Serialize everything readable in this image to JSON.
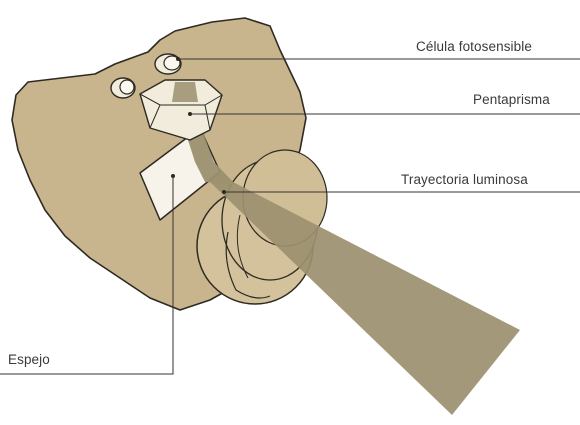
{
  "labels": {
    "celula": "Célula fotosensible",
    "pentaprisma": "Pentaprisma",
    "trayectoria": "Trayectoria luminosa",
    "espejo": "Espejo"
  },
  "colors": {
    "body_fill": "#c8b58d",
    "body_stroke": "#2e2a22",
    "light_path": "#9b906f",
    "prism_fill": "#f2ecdc",
    "lens_fill": "#d3c29c",
    "leader": "#333333"
  }
}
